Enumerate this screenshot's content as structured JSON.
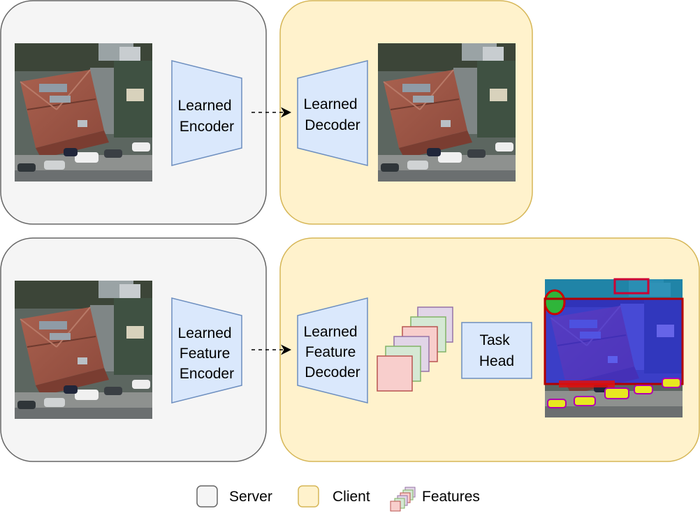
{
  "colors": {
    "server_fill": "#f5f5f5",
    "server_stroke": "#666666",
    "client_fill": "#fff2cc",
    "client_stroke": "#d6b656",
    "block_fill": "#dae8fc",
    "block_stroke": "#6c8ebf",
    "feature_pink": "#f8cecc",
    "feature_green": "#d5e8d4",
    "feature_purple": "#e1d5e7"
  },
  "top_row": {
    "encoder": {
      "line1": "Learned",
      "line2": "Encoder"
    },
    "decoder": {
      "line1": "Learned",
      "line2": "Decoder"
    }
  },
  "bottom_row": {
    "encoder": {
      "line1": "Learned",
      "line2": "Feature",
      "line3": "Encoder"
    },
    "decoder": {
      "line1": "Learned",
      "line2": "Feature",
      "line3": "Decoder"
    },
    "task_head": {
      "line1": "Task",
      "line2": "Head"
    }
  },
  "legend": {
    "server": "Server",
    "client": "Client",
    "features": "Features"
  }
}
